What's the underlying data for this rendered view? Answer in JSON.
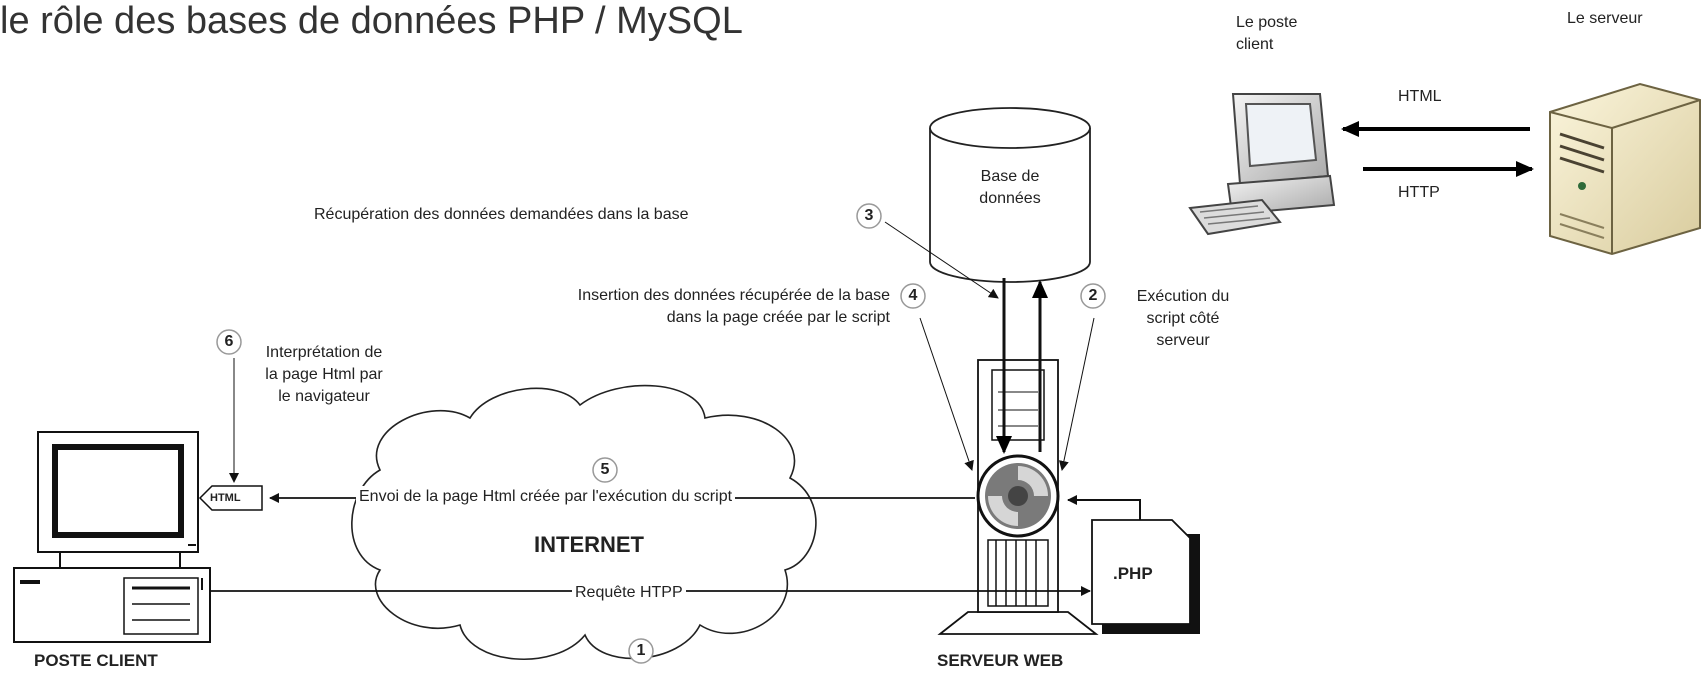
{
  "title": "le rôle des bases de données PHP / MySQL",
  "mini_diagram": {
    "client_label": "Le  poste\nclient",
    "server_label": "Le serveur",
    "arrow_html": "HTML",
    "arrow_http": "HTTP"
  },
  "main_diagram": {
    "database_label": "Base de\ndonnées",
    "internet_label": "INTERNET",
    "client_caption": "POSTE  CLIENT",
    "server_caption": "SERVEUR  WEB",
    "php_file_label": ".PHP",
    "html_badge": "HTML",
    "steps": [
      {
        "number": "1",
        "text": "Requête HTPP"
      },
      {
        "number": "2",
        "text": "Exécution du\nscript côté\nserveur"
      },
      {
        "number": "3",
        "text": "Récupération des données demandées dans la base"
      },
      {
        "number": "4",
        "text": "Insertion des données récupérée de la base\ndans la page créée par le script"
      },
      {
        "number": "5",
        "text": "Envoi de la page Html créée par l'exécution du script"
      },
      {
        "number": "6",
        "text": "Interprétation de\nla page Html par\nle navigateur"
      }
    ]
  }
}
